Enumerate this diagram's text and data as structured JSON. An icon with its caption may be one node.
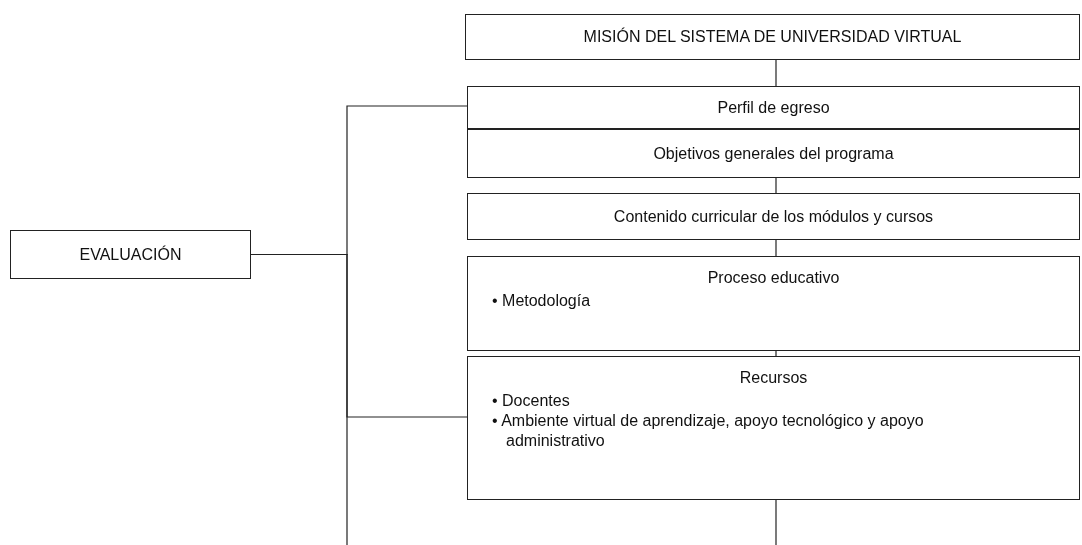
{
  "diagram": {
    "nodes": [
      {
        "text": [
          "MISIÓN DEL SISTEMA DE UNIVERSIDAD VIRTUAL"
        ]
      },
      {
        "text": [
          "Perfil de egreso"
        ]
      },
      {
        "text": [
          "Objetivos generales del programa"
        ]
      },
      {
        "text": [
          "Contenido curricular de los módulos y cursos"
        ]
      },
      {
        "text": [
          "Proceso educativo",
          "• Metodología"
        ]
      },
      {
        "text": [
          "Recursos",
          "• Docentes",
          "• Ambiente virtual de aprendizaje, apoyo tecnológico y apoyo administrativo"
        ]
      },
      {
        "text": [
          "EVALUACIÓN"
        ]
      }
    ],
    "edges": [
      {
        "from": 0,
        "to": 1,
        "arrow": "none"
      },
      {
        "from": 2,
        "to": 3,
        "arrow": "none"
      },
      {
        "from": 3,
        "to": 4,
        "arrow": "none"
      },
      {
        "from": 4,
        "to": 5,
        "arrow": "none"
      },
      {
        "from": 6,
        "to": 1,
        "arrow": "none"
      },
      {
        "from": 6,
        "to": 5,
        "arrow": "none"
      },
      {
        "from": 6,
        "to": null,
        "arrow": "none"
      },
      {
        "from": 5,
        "to": null,
        "arrow": "none"
      }
    ]
  }
}
